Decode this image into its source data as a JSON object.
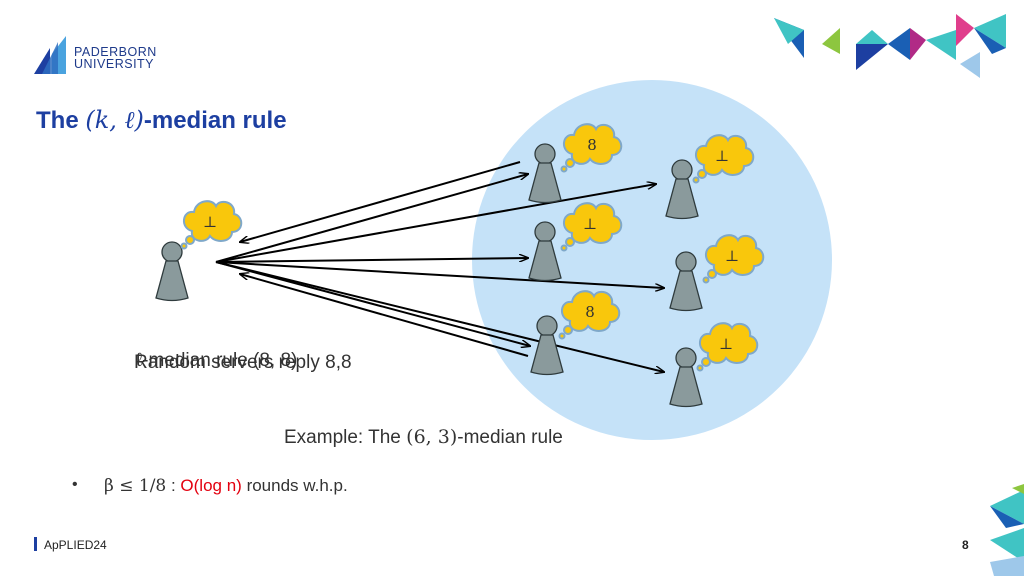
{
  "header": {
    "logo_line1": "PADERBORN",
    "logo_line2": "UNIVERSITY"
  },
  "title": {
    "prefix": "The ",
    "math": "(k, ℓ)",
    "suffix": "-median rule"
  },
  "scene": {
    "requester_cloud": "⊥",
    "server_clouds": [
      "8",
      "⊥",
      "⊥",
      "⊥",
      "8",
      "⊥"
    ],
    "overlap_text_1": "Random servers reply 8,8",
    "overlap_text_2": "ℓ-median rule (8, 8)"
  },
  "caption": {
    "prefix": "Example: The ",
    "math": "(6, 3)",
    "suffix": "-median rule"
  },
  "bullet": {
    "marker": "•",
    "math": "β  ≤ 1/8",
    "sep": " : ",
    "highlight": "O(log n)",
    "rest": " rounds w.h.p."
  },
  "footer": {
    "label": "ApPLIED24",
    "page": "8"
  },
  "colors": {
    "title_blue": "#1d3fa1",
    "circle_blue": "#c5e2f8",
    "cloud_yellow": "#f9c70c",
    "cloud_border": "#7fa8c9",
    "pawn_gray": "#8a9a9c",
    "highlight_red": "#e3000f"
  }
}
